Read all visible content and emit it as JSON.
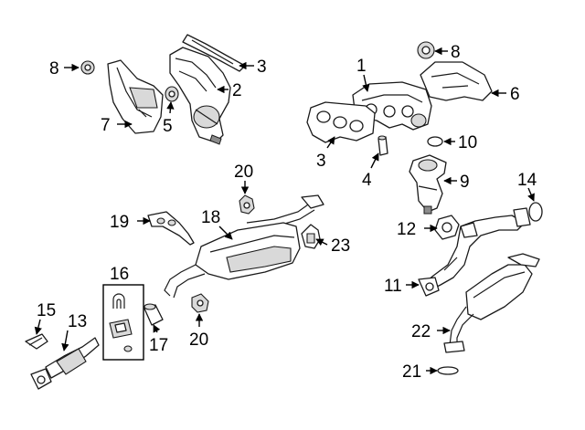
{
  "diagram": {
    "callouts": [
      {
        "id": "c8a",
        "label": "8"
      },
      {
        "id": "c3a",
        "label": "3"
      },
      {
        "id": "c2",
        "label": "2"
      },
      {
        "id": "c7",
        "label": "7"
      },
      {
        "id": "c5",
        "label": "5"
      },
      {
        "id": "c1",
        "label": "1"
      },
      {
        "id": "c8b",
        "label": "8"
      },
      {
        "id": "c6",
        "label": "6"
      },
      {
        "id": "c3b",
        "label": "3"
      },
      {
        "id": "c10",
        "label": "10"
      },
      {
        "id": "c4",
        "label": "4"
      },
      {
        "id": "c9",
        "label": "9"
      },
      {
        "id": "c20a",
        "label": "20"
      },
      {
        "id": "c14",
        "label": "14"
      },
      {
        "id": "c19",
        "label": "19"
      },
      {
        "id": "c18",
        "label": "18"
      },
      {
        "id": "c12",
        "label": "12"
      },
      {
        "id": "c23",
        "label": "23"
      },
      {
        "id": "c16",
        "label": "16"
      },
      {
        "id": "c11",
        "label": "11"
      },
      {
        "id": "c15",
        "label": "15"
      },
      {
        "id": "c13",
        "label": "13"
      },
      {
        "id": "c17",
        "label": "17"
      },
      {
        "id": "c20b",
        "label": "20"
      },
      {
        "id": "c22",
        "label": "22"
      },
      {
        "id": "c21",
        "label": "21"
      }
    ]
  }
}
